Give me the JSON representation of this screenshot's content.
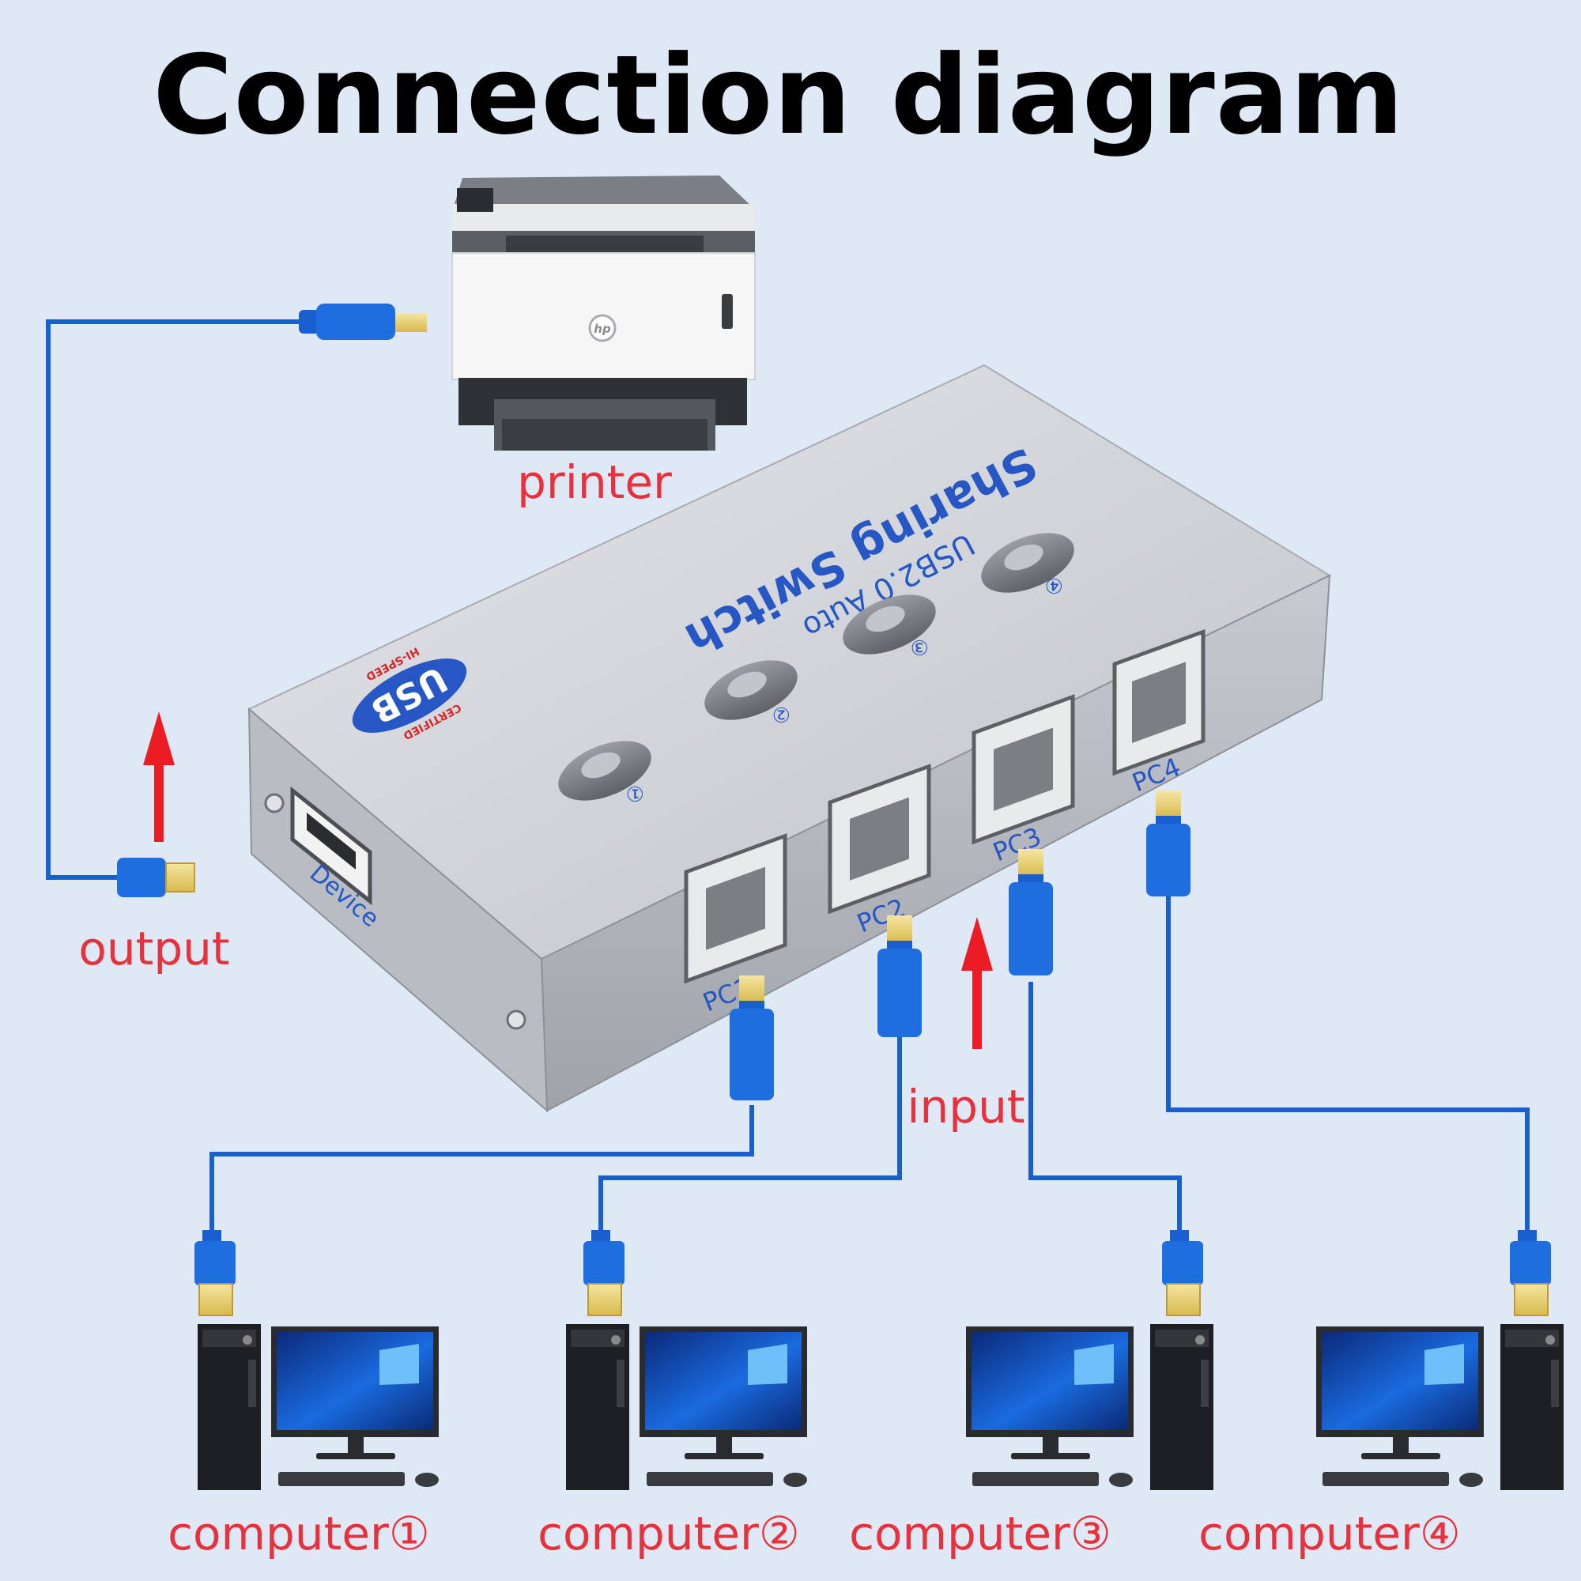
{
  "title": "Connection diagram",
  "colors": {
    "background": "#dfe9f5",
    "cable": "#1a5fd0",
    "label_red": "#e8313c",
    "arrow_red": "#ec1c24",
    "device_silver": "#c9ccd3",
    "print_blue": "#2657c4"
  },
  "labels": {
    "printer": "printer",
    "output": "output",
    "input": "input",
    "computers": [
      "computer①",
      "computer②",
      "computer③",
      "computer④"
    ]
  },
  "device": {
    "brand_line1": "Sharing Switch",
    "brand_line2": "USB2.0 Auto",
    "usb_logo": "USB",
    "usb_logo_top": "CERTIFIED",
    "usb_logo_bottom": "HI-SPEED",
    "button_numbers": [
      "①",
      "②",
      "③",
      "④"
    ],
    "port_labels": [
      "PC1",
      "PC2",
      "PC3",
      "PC4"
    ],
    "device_port_label": "Device"
  },
  "printer_logo": "hp"
}
